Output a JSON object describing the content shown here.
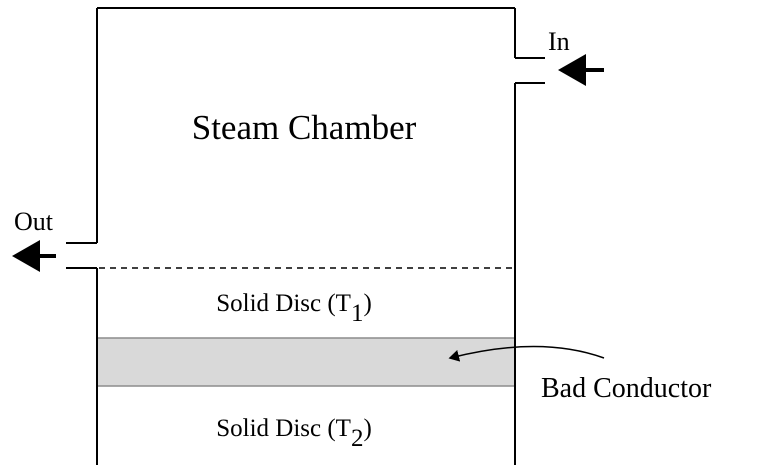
{
  "labels": {
    "chamber": "Steam Chamber",
    "inlet": "In",
    "outlet": "Out",
    "disc1_prefix": "Solid Disc (T",
    "disc1_subscript": "1",
    "disc1_suffix": ")",
    "disc2_prefix": "Solid Disc (T",
    "disc2_subscript": "2",
    "disc2_suffix": ")",
    "conductor": "Bad Conductor"
  },
  "colors": {
    "line": "#000000",
    "conductor_fill": "#d9d9d9",
    "conductor_edge": "#8c8c8c",
    "background": "#ffffff"
  }
}
